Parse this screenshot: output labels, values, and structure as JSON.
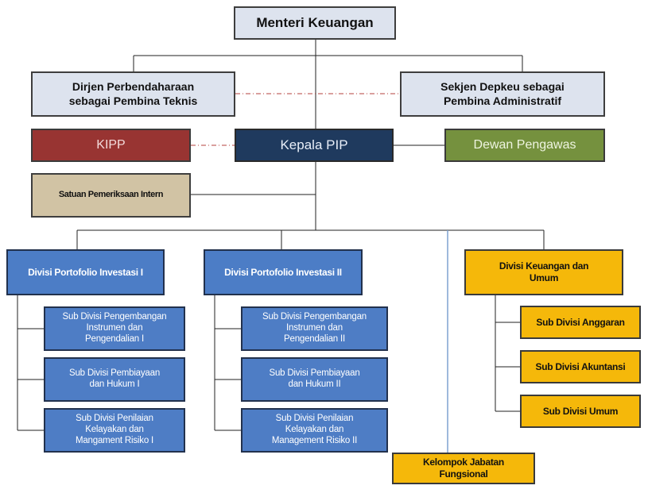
{
  "org": {
    "menteri": "Menteri Keuangan",
    "dirjen": [
      "Dirjen Perbendaharaan",
      "sebagai Pembina Teknis"
    ],
    "sekjen": [
      "Sekjen Depkeu sebagai",
      "Pembina Administratif"
    ],
    "kipp": "KIPP",
    "kepala": "Kepala PIP",
    "dewan": "Dewan Pengawas",
    "spi": "Satuan Pemeriksaan Intern",
    "divisi1": {
      "title": "Divisi Portofolio Investasi I",
      "subs": [
        [
          "Sub Divisi Pengembangan",
          "Instrumen dan",
          "Pengendalian I"
        ],
        [
          "Sub Divisi Pembiayaan",
          "dan Hukum I"
        ],
        [
          "Sub Divisi Penilaian",
          "Kelayakan dan",
          "Mangament Risiko I"
        ]
      ]
    },
    "divisi2": {
      "title": "Divisi Portofolio Investasi II",
      "subs": [
        [
          "Sub Divisi Pengembangan",
          "Instrumen dan",
          "Pengendalian II"
        ],
        [
          "Sub Divisi Pembiayaan",
          "dan Hukum II"
        ],
        [
          "Sub Divisi Penilaian",
          "Kelayakan dan",
          "Management Risiko II"
        ]
      ]
    },
    "divisi3": {
      "title": [
        "Divisi Keuangan dan",
        "Umum"
      ],
      "subs": [
        "Sub Divisi Anggaran",
        "Sub Divisi Akuntansi",
        "Sub Divisi Umum"
      ]
    },
    "kelompok": [
      "Kelompok Jabatan",
      "Fungsional"
    ]
  }
}
